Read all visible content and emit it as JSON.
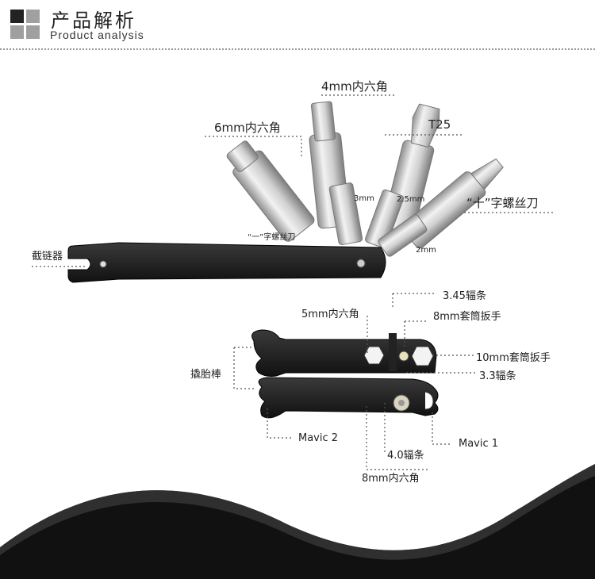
{
  "header": {
    "title": "产品解析",
    "subtitle": "Product analysis"
  },
  "labels": {
    "hex6": "6mm内六角",
    "hex4": "4mm内六角",
    "t25": "T25",
    "phillips": "“十”字螺丝刀",
    "flat": "“一”字螺丝刀",
    "hex3": "3mm",
    "hex25": "2.5mm",
    "hex2": "2mm",
    "chain": "截链器",
    "spoke345": "3.45辐条",
    "hex5": "5mm内六角",
    "socket8": "8mm套筒扳手",
    "socket10": "10mm套筒扳手",
    "spoke33": "3.3辐条",
    "tire": "撬胎棒",
    "mavic2": "Mavic 2",
    "mavic1": "Mavic 1",
    "spoke40": "4.0辐条",
    "hex8": "8mm内六角"
  },
  "colors": {
    "dark": "#1b1b1b",
    "metal": "#c9c9c9",
    "accent_gray": "#555555"
  }
}
